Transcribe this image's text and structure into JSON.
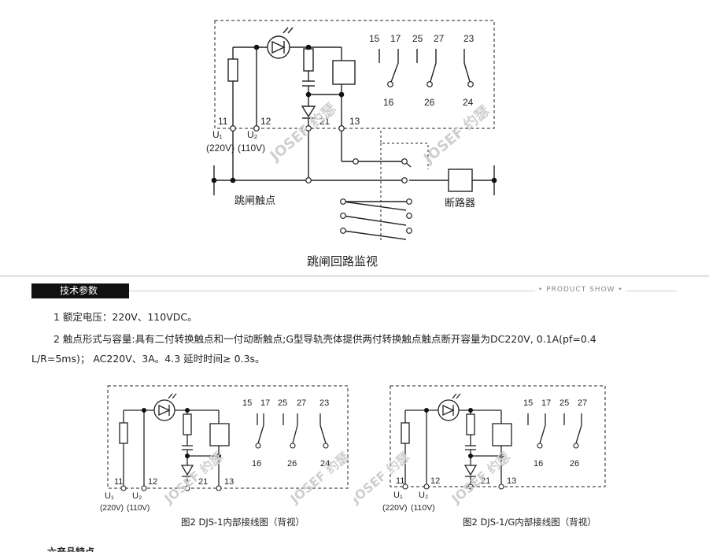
{
  "top_diagram": {
    "terminals": [
      "15",
      "17",
      "25",
      "27",
      "23",
      "16",
      "26",
      "24",
      "11",
      "12",
      "21",
      "13"
    ],
    "u1": "U₁",
    "u2": "U₂",
    "u1_voltage": "(220V)",
    "u2_voltage": "(110V)",
    "trip_contact_label": "跳闸触点",
    "breaker_label": "断路器",
    "caption": "跳闸回路监视"
  },
  "section": {
    "tab_label": "技术参数",
    "product_show": "• PRODUCT SHOW •"
  },
  "specs": {
    "line1": "1 额定电压：220V、110VDC。",
    "line2": "2 触点形式与容量:具有二付转换触点和一付动断触点;G型导轨壳体提供两付转换触点触点断开容量为DC220V, 0.1A(pf=0.4",
    "line3": "L/R=5ms)； AC220V、3A。4.3 延时时间≥ 0.3s。"
  },
  "fig_left": {
    "terminals": [
      "15",
      "17",
      "25",
      "27",
      "23",
      "16",
      "26",
      "24",
      "11",
      "12",
      "21",
      "13"
    ],
    "u1": "U₁",
    "u2": "U₂",
    "u1_voltage": "(220V)",
    "u2_voltage": "(110V)",
    "caption": "图2  DJS-1内部接线图（背视）"
  },
  "fig_right": {
    "terminals": [
      "15",
      "17",
      "25",
      "27",
      "16",
      "26",
      "11",
      "12",
      "21",
      "13"
    ],
    "u1": "U₁",
    "u2": "U₂",
    "u1_voltage": "(220V)",
    "u2_voltage": "(110V)",
    "caption": "图2  DJS-1/G内部接线图（背视）"
  },
  "watermark": "JOSEF 约瑟",
  "footer": {
    "text": "六产品特点"
  }
}
